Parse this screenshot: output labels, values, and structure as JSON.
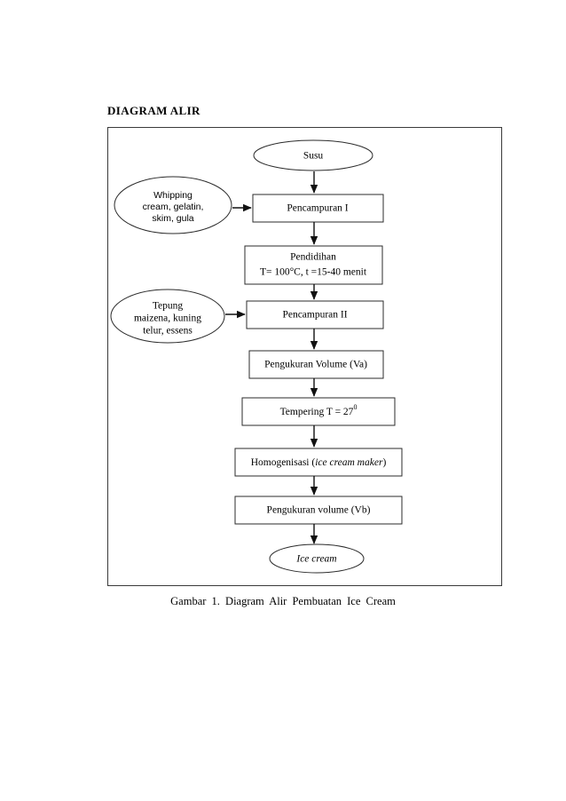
{
  "document": {
    "section_title": "DIAGRAM ALIR",
    "caption": "Gambar 1. Diagram Alir Pembuatan Ice Cream"
  },
  "colors": {
    "background": "#ffffff",
    "stroke": "#2b2b2b",
    "connector": "#111111",
    "frame": "#3a3a3a",
    "text": "#000000"
  },
  "chart_data": {
    "type": "diagram",
    "title": "DIAGRAM ALIR",
    "caption": "Gambar 1. Diagram Alir Pembuatan Ice Cream",
    "orientation": "top-to-bottom",
    "nodes": [
      {
        "id": "susu",
        "shape": "ellipse",
        "label": "Susu",
        "lines": [
          "Susu"
        ]
      },
      {
        "id": "whipping",
        "shape": "ellipse",
        "label": "Whipping cream, gelatin, skim, gula",
        "lines": [
          "Whipping",
          "cream, gelatin,",
          "skim, gula"
        ]
      },
      {
        "id": "pencampuran1",
        "shape": "rectangle",
        "label": "Pencampuran I",
        "lines": [
          "Pencampuran I"
        ]
      },
      {
        "id": "pendidihan",
        "shape": "rectangle",
        "label": "Pendidihan T= 100°C, t =15-40 menit",
        "lines": [
          "Pendidihan",
          "T= 100°C, t =15-40 menit"
        ]
      },
      {
        "id": "tepung",
        "shape": "ellipse",
        "label": "Tepung maizena, kuning telur, essens",
        "lines": [
          "Tepung",
          "maizena, kuning",
          "telur, essens"
        ]
      },
      {
        "id": "pencampuran2",
        "shape": "rectangle",
        "label": "Pencampuran II",
        "lines": [
          "Pencampuran II"
        ]
      },
      {
        "id": "volume_va",
        "shape": "rectangle",
        "label": "Pengukuran Volume (Va)",
        "lines": [
          "Pengukuran Volume (Va)"
        ]
      },
      {
        "id": "tempering",
        "shape": "rectangle",
        "label": "Tempering T = 27⁰",
        "lines": [
          "Tempering T = 27"
        ],
        "superscript": "0"
      },
      {
        "id": "homogenisasi",
        "shape": "rectangle",
        "label": "Homogenisasi (ice cream maker)",
        "lines": [
          "Homogenisasi (",
          "ice cream maker",
          ")"
        ],
        "italic_part": "ice cream maker"
      },
      {
        "id": "volume_vb",
        "shape": "rectangle",
        "label": "Pengukuran volume (Vb)",
        "lines": [
          "Pengukuran volume (Vb)"
        ]
      },
      {
        "id": "ice_cream",
        "shape": "ellipse",
        "label": "Ice cream",
        "lines": [
          "Ice cream"
        ],
        "italic": true
      }
    ],
    "edges": [
      {
        "from": "susu",
        "to": "pencampuran1",
        "direction": "down"
      },
      {
        "from": "whipping",
        "to": "pencampuran1",
        "direction": "right"
      },
      {
        "from": "pencampuran1",
        "to": "pendidihan",
        "direction": "down"
      },
      {
        "from": "pendidihan",
        "to": "pencampuran2",
        "direction": "down"
      },
      {
        "from": "tepung",
        "to": "pencampuran2",
        "direction": "right"
      },
      {
        "from": "pencampuran2",
        "to": "volume_va",
        "direction": "down"
      },
      {
        "from": "volume_va",
        "to": "tempering",
        "direction": "down"
      },
      {
        "from": "tempering",
        "to": "homogenisasi",
        "direction": "down"
      },
      {
        "from": "homogenisasi",
        "to": "volume_vb",
        "direction": "down"
      },
      {
        "from": "volume_vb",
        "to": "ice_cream",
        "direction": "down"
      }
    ]
  },
  "labels": {
    "susu": "Susu",
    "whipping_l1": "Whipping",
    "whipping_l2": "cream, gelatin,",
    "whipping_l3": "skim, gula",
    "pencampuran1": "Pencampuran I",
    "pendidihan_l1": "Pendidihan",
    "pendidihan_l2": "T= 100°C, t =15-40 menit",
    "tepung_l1": "Tepung",
    "tepung_l2": "maizena, kuning",
    "tepung_l3": "telur, essens",
    "pencampuran2": "Pencampuran II",
    "volume_va": "Pengukuran Volume (Va)",
    "tempering_main": "Tempering T = 27",
    "tempering_sup": "0",
    "homogenisasi_pre": "Homogenisasi (",
    "homogenisasi_it": "ice cream maker",
    "homogenisasi_post": ")",
    "volume_vb": "Pengukuran volume (Vb)",
    "ice_cream": "Ice cream"
  }
}
